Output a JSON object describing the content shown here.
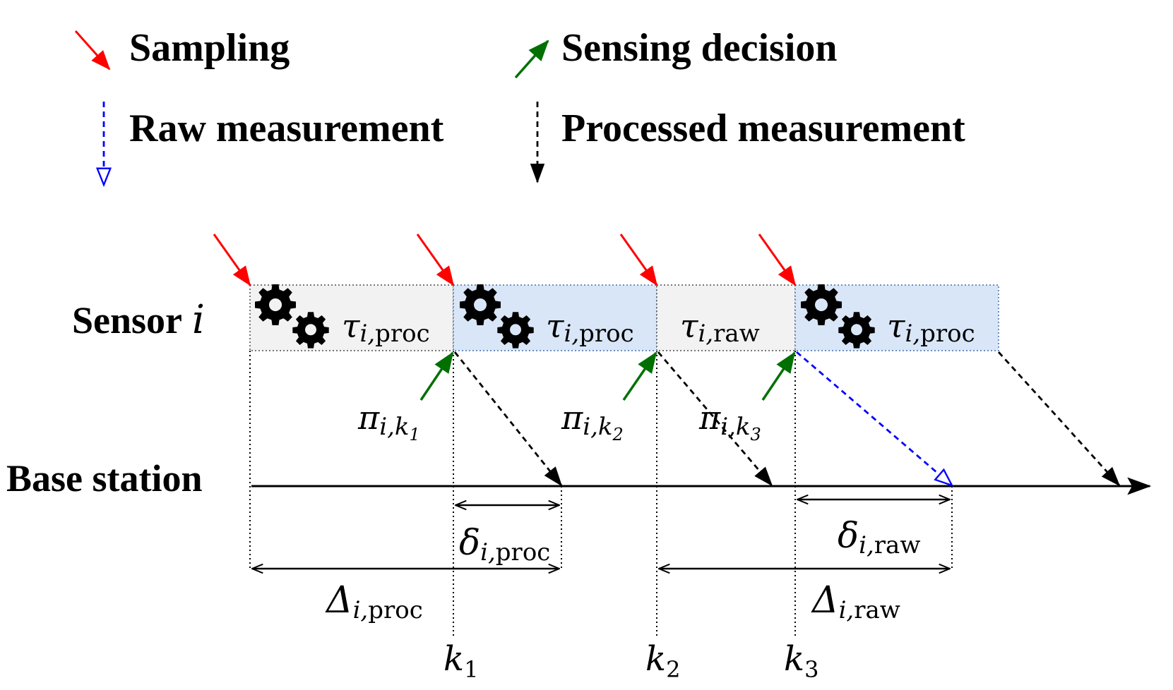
{
  "legend": {
    "sampling": "Sampling",
    "sensing_decision": "Sensing decision",
    "raw_measurement": "Raw measurement",
    "processed_measurement": "Processed measurement"
  },
  "rows": {
    "sensor_label": "Sensor",
    "sensor_index": "i",
    "base_station_label": "Base station"
  },
  "blocks": [
    {
      "symbol": "τ",
      "index": "i,",
      "sub": "proc",
      "gears": true,
      "fill": "#f2f2f2"
    },
    {
      "symbol": "τ",
      "index": "i,",
      "sub": "proc",
      "gears": true,
      "fill": "#d9e6f7"
    },
    {
      "symbol": "τ",
      "index": "i,",
      "sub": "raw",
      "gears": false,
      "fill": "#f2f2f2"
    },
    {
      "symbol": "τ",
      "index": "i,",
      "sub": "proc",
      "gears": true,
      "fill": "#d9e6f7"
    }
  ],
  "decisions": [
    {
      "symbol": "π",
      "index": "i,k",
      "k_sub": "1"
    },
    {
      "symbol": "π",
      "index": "i,k",
      "k_sub": "2"
    },
    {
      "symbol": "π",
      "index": "i,k",
      "k_sub": "3"
    }
  ],
  "intervals": {
    "delta_proc": {
      "symbol": "δ",
      "index": "i,",
      "sub": "proc"
    },
    "delta_raw": {
      "symbol": "δ",
      "index": "i,",
      "sub": "raw"
    },
    "Delta_proc": {
      "symbol": "Δ",
      "index": "i,",
      "sub": "proc"
    },
    "Delta_raw": {
      "symbol": "Δ",
      "index": "i,",
      "sub": "raw"
    }
  },
  "ticks": [
    {
      "symbol": "k",
      "sub": "1"
    },
    {
      "symbol": "k",
      "sub": "2"
    },
    {
      "symbol": "k",
      "sub": "3"
    }
  ],
  "colors": {
    "sampling_arrow": "#ff0000",
    "decision_arrow": "#007000",
    "raw_arrow": "#0000ff",
    "processed_arrow": "#000000",
    "block_gray": "#f2f2f2",
    "block_blue": "#d9e6f7"
  }
}
